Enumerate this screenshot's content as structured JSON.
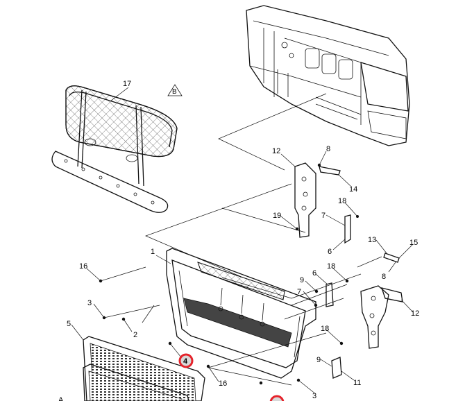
{
  "callouts": {
    "c17": "17",
    "cB": "B",
    "c12a": "12",
    "c8a": "8",
    "c14": "14",
    "c18a": "18",
    "c19": "19",
    "c7a": "7",
    "c6a": "6",
    "c13": "13",
    "c15": "15",
    "c8b": "8",
    "c1": "1",
    "c16a": "16",
    "c3a": "3",
    "c2": "2",
    "c5": "5",
    "c4": "4",
    "c9a": "9",
    "c6b": "6",
    "c18b": "18",
    "c7b": "7",
    "c12b": "12",
    "c18c": "18",
    "c9b": "9",
    "c11": "11",
    "c16b": "16",
    "c3b": "3",
    "cA": "A"
  },
  "highlight_color": "#e5232b"
}
